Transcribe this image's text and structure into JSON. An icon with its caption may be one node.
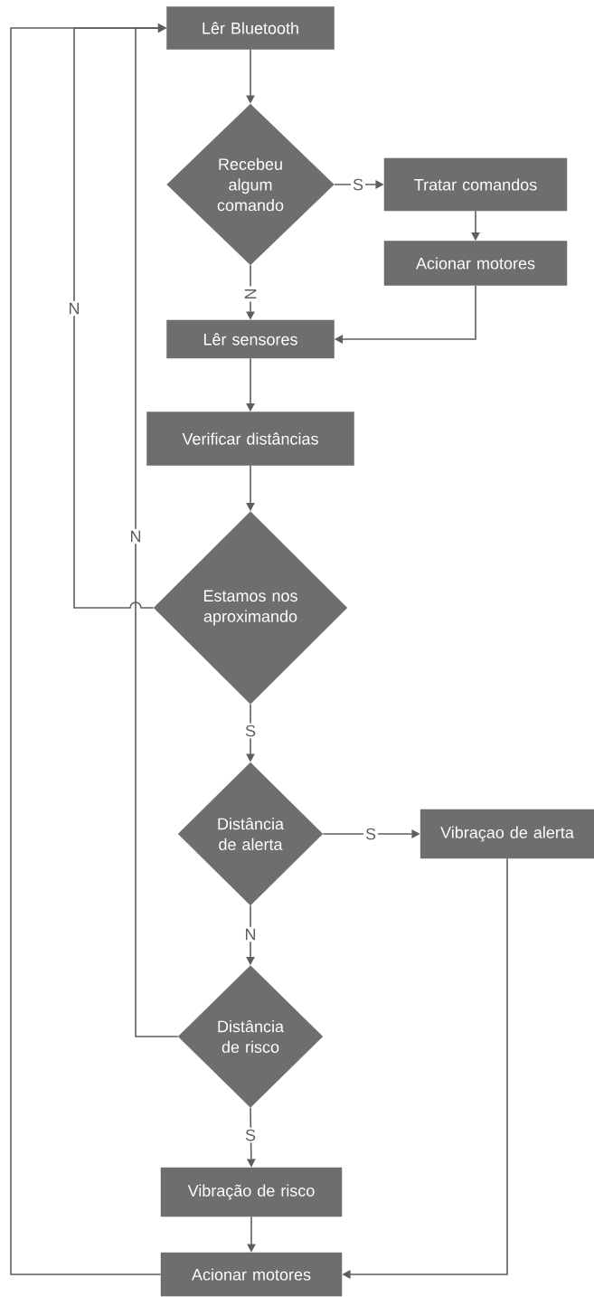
{
  "diagram": {
    "nodes": [
      {
        "text": [
          "Lêr Bluetooth"
        ]
      },
      {
        "text": [
          "Recebeu algum comando"
        ]
      },
      {
        "text": [
          "Tratar comandos"
        ]
      },
      {
        "text": [
          "Acionar motores"
        ]
      },
      {
        "text": [
          "Lêr sensores"
        ]
      },
      {
        "text": [
          "Verificar distâncias"
        ]
      },
      {
        "text": [
          "Estamos nos aproximando"
        ]
      },
      {
        "text": [
          "Distância de alerta"
        ]
      },
      {
        "text": [
          "Vibraçao de alerta"
        ]
      },
      {
        "text": [
          "Distância de risco"
        ]
      },
      {
        "text": [
          "Vibração de risco"
        ]
      },
      {
        "text": [
          "Acionar motores"
        ]
      }
    ],
    "edges": [
      {
        "from": 0,
        "to": 1,
        "arrow": "to"
      },
      {
        "from": 1,
        "to": 2,
        "arrow": "to",
        "label": "S"
      },
      {
        "from": 2,
        "to": 3,
        "arrow": "to"
      },
      {
        "from": 3,
        "to": 4,
        "arrow": "to"
      },
      {
        "from": 1,
        "to": 4,
        "arrow": "to",
        "label": "N"
      },
      {
        "from": 4,
        "to": 5,
        "arrow": "to"
      },
      {
        "from": 5,
        "to": 6,
        "arrow": "to"
      },
      {
        "from": 6,
        "to": 0,
        "arrow": "to",
        "label": "N"
      },
      {
        "from": 6,
        "to": 7,
        "arrow": "to",
        "label": "S"
      },
      {
        "from": 7,
        "to": 8,
        "arrow": "to",
        "label": "S"
      },
      {
        "from": 7,
        "to": 9,
        "arrow": "to",
        "label": "N"
      },
      {
        "from": 9,
        "to": 0,
        "arrow": "to",
        "label": "N"
      },
      {
        "from": 9,
        "to": 10,
        "arrow": "to",
        "label": "S"
      },
      {
        "from": 10,
        "to": 11,
        "arrow": "to"
      },
      {
        "from": 8,
        "to": 11,
        "arrow": "to"
      },
      {
        "from": 11,
        "to": 0,
        "arrow": "to"
      }
    ]
  }
}
